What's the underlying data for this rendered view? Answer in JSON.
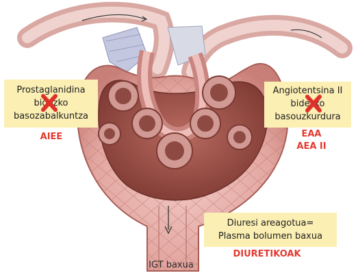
{
  "annotations": {
    "left": {
      "lines": [
        "Prostaglanidina",
        "bidezko",
        "basozabalkuntza"
      ],
      "drug": "AIEE"
    },
    "right": {
      "lines": [
        "Angiotentsina II",
        "bidezko",
        "basouzkurdura"
      ],
      "drugs": [
        "EAA",
        "AEA II"
      ]
    },
    "bottom": {
      "lines": [
        "Diuresi areagotua=",
        "Plasma bolumen baxua"
      ],
      "drug": "DIURETIKOAK"
    }
  },
  "outflow_label": "IGT baxua",
  "icons": {
    "block_mark": "red-x-cross-icon",
    "flow_arrow": "down-arrow-icon"
  },
  "colors": {
    "note_background": "#fbefb4",
    "drug_text": "#e23a30",
    "block_mark": "#e0302a",
    "tissue_wall": "#e3a6a0",
    "tissue_dark": "#a85a50",
    "tubule": "#c98a86",
    "vessel_blue": "#c3c7e0"
  }
}
